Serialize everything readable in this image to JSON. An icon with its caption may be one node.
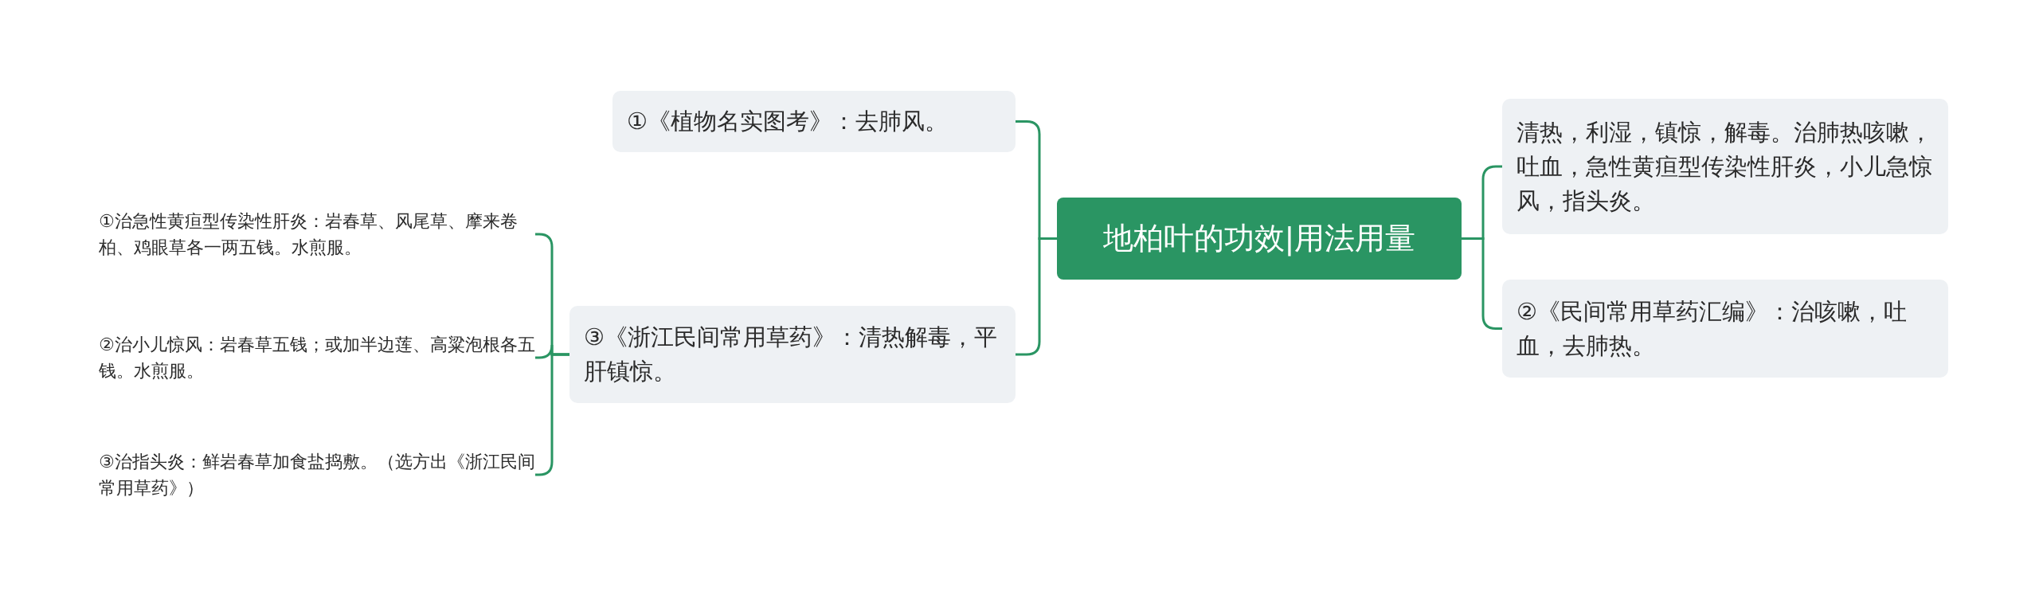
{
  "diagram": {
    "nodes": [
      {
        "text": [
          "地柏叶的功效|用法用量"
        ]
      },
      {
        "text": [
          "①《植物名实图考》：去肺风。"
        ]
      },
      {
        "text": [
          "③《浙江民间常用草药》：清热解毒，平肝镇惊。"
        ]
      },
      {
        "text": [
          "①治急性黄疸型传染性肝炎：岩春草、风尾草、摩来卷柏、鸡眼草各一两五钱。水煎服。"
        ]
      },
      {
        "text": [
          "②治小儿惊风：岩春草五钱；或加半边莲、高粱泡根各五钱。水煎服。"
        ]
      },
      {
        "text": [
          "③治指头炎：鲜岩春草加食盐捣敷。（选方出《浙江民间常用草药》）"
        ]
      },
      {
        "text": [
          "清热，利湿，镇惊，解毒。治肺热咳嗽，吐血，急性黄疸型传染性肝炎，小儿急惊风，指头炎。"
        ]
      },
      {
        "text": [
          "②《民间常用草药汇编》：治咳嗽，吐血，去肺热。"
        ]
      }
    ],
    "edges": [
      {
        "from": 0,
        "to": 1,
        "arrow": "none"
      },
      {
        "from": 0,
        "to": 2,
        "arrow": "none"
      },
      {
        "from": 2,
        "to": 3,
        "arrow": "none"
      },
      {
        "from": 2,
        "to": 4,
        "arrow": "none"
      },
      {
        "from": 2,
        "to": 5,
        "arrow": "none"
      },
      {
        "from": 0,
        "to": 6,
        "arrow": "none"
      },
      {
        "from": 0,
        "to": 7,
        "arrow": "none"
      }
    ]
  }
}
